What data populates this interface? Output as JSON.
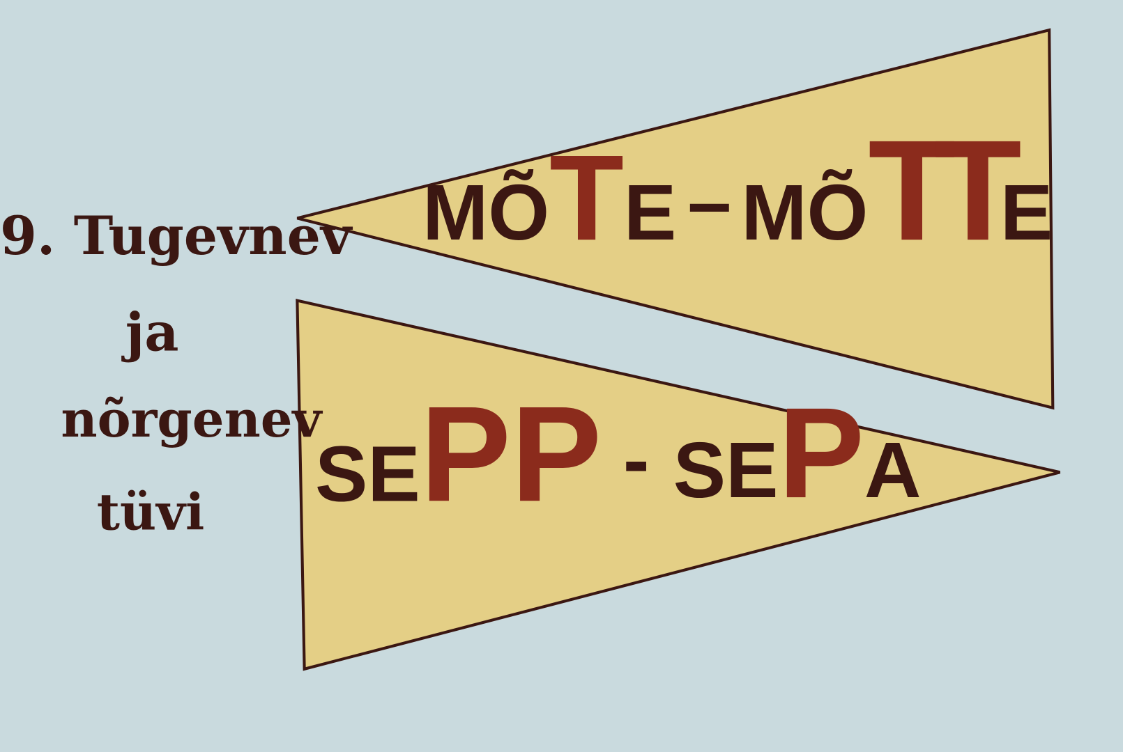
{
  "colors": {
    "background": "#c9dade",
    "pennant_fill": "#e4cf86",
    "outline": "#3b1712",
    "text_dark": "#3b1712",
    "text_accent": "#8b2b1c"
  },
  "heading": {
    "line1": "9. Tugevnev",
    "line2": "ja",
    "line3": "nõrgenev",
    "line4": "tüvi"
  },
  "pennant_top": {
    "word1": {
      "plain": "MÕ",
      "accent": "T",
      "tail": "E"
    },
    "dash": "–",
    "word2": {
      "plain": "MÕ",
      "accent": "TT",
      "tail": "E"
    }
  },
  "pennant_bottom": {
    "word1": {
      "plain": "SE",
      "accent": "PP"
    },
    "dash": "-",
    "word2": {
      "plain": "SE",
      "accent": "P",
      "tail": "A"
    }
  }
}
